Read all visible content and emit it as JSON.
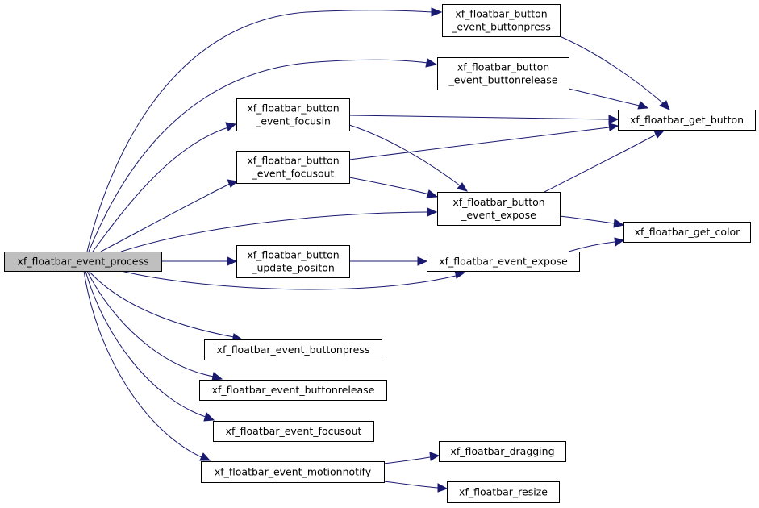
{
  "graph": {
    "nodes": {
      "event_process": [
        "xf_floatbar_event_process"
      ],
      "btn_buttonpress": [
        "xf_floatbar_button",
        "_event_buttonpress"
      ],
      "btn_buttonrelease": [
        "xf_floatbar_button",
        "_event_buttonrelease"
      ],
      "btn_focusin": [
        "xf_floatbar_button",
        "_event_focusin"
      ],
      "btn_focusout": [
        "xf_floatbar_button",
        "_event_focusout"
      ],
      "btn_expose": [
        "xf_floatbar_button",
        "_event_expose"
      ],
      "btn_update": [
        "xf_floatbar_button",
        "_update_positon"
      ],
      "get_button": [
        "xf_floatbar_get_button"
      ],
      "get_color": [
        "xf_floatbar_get_color"
      ],
      "event_expose": [
        "xf_floatbar_event_expose"
      ],
      "event_buttonpress": [
        "xf_floatbar_event_buttonpress"
      ],
      "event_buttonrelease": [
        "xf_floatbar_event_buttonrelease"
      ],
      "event_focusout": [
        "xf_floatbar_event_focusout"
      ],
      "event_motionnotify": [
        "xf_floatbar_event_motionnotify"
      ],
      "dragging": [
        "xf_floatbar_dragging"
      ],
      "resize": [
        "xf_floatbar_resize"
      ]
    },
    "edges": [
      [
        "event_process",
        "btn_buttonpress"
      ],
      [
        "event_process",
        "btn_buttonrelease"
      ],
      [
        "event_process",
        "btn_focusin"
      ],
      [
        "event_process",
        "btn_focusout"
      ],
      [
        "event_process",
        "btn_expose"
      ],
      [
        "event_process",
        "btn_update"
      ],
      [
        "event_process",
        "event_expose"
      ],
      [
        "event_process",
        "event_buttonpress"
      ],
      [
        "event_process",
        "event_buttonrelease"
      ],
      [
        "event_process",
        "event_focusout"
      ],
      [
        "event_process",
        "event_motionnotify"
      ],
      [
        "btn_buttonpress",
        "get_button"
      ],
      [
        "btn_buttonrelease",
        "get_button"
      ],
      [
        "btn_focusin",
        "get_button"
      ],
      [
        "btn_focusin",
        "btn_expose"
      ],
      [
        "btn_focusout",
        "get_button"
      ],
      [
        "btn_focusout",
        "btn_expose"
      ],
      [
        "btn_expose",
        "get_button"
      ],
      [
        "btn_expose",
        "get_color"
      ],
      [
        "btn_update",
        "event_expose"
      ],
      [
        "event_expose",
        "get_color"
      ],
      [
        "event_motionnotify",
        "dragging"
      ],
      [
        "event_motionnotify",
        "resize"
      ]
    ],
    "colors": {
      "edge": "#191970",
      "root_fill": "#bfbfbf",
      "node_fill": "#ffffff",
      "border": "#000000"
    }
  }
}
